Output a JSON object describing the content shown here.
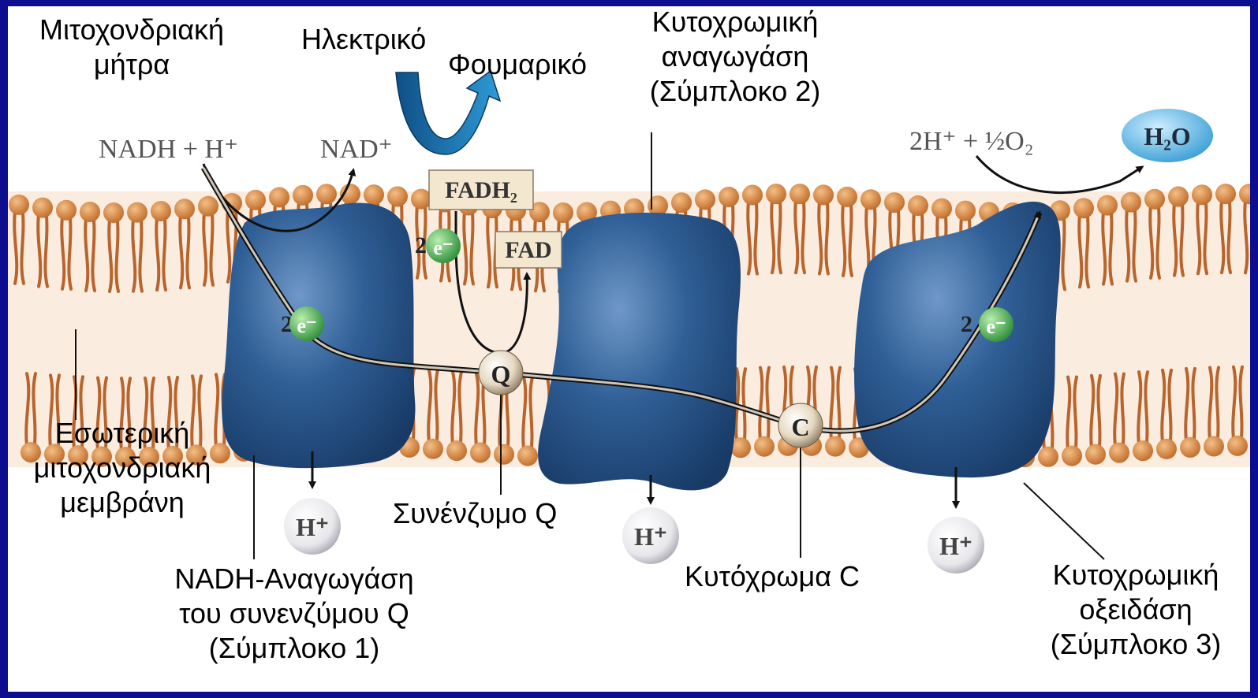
{
  "labels": {
    "matrix": [
      "Μιτοχονδριακή",
      "μήτρα"
    ],
    "succinate": "Ηλεκτρικό",
    "fumarate": "Φουμαρικό",
    "complex2": [
      "Κυτοχρωμική",
      "αναγωγάση",
      "(Σύμπλοκο 2)"
    ],
    "inner_membrane": [
      "Εσωτερική",
      "μιτοχονδριακή",
      "μεμβράνη"
    ],
    "coenzyme_q": "Συνένζυμο Q",
    "complex1": [
      "NADH-Αναγωγάση",
      "του συνενζύμου Q",
      "(Σύμπλοκο 1)"
    ],
    "cytochrome_c": "Κυτόχρωμα C",
    "complex3": [
      "Κυτοχρωμική",
      "οξειδάση",
      "(Σύμπλοκο 3)"
    ]
  },
  "chem": {
    "nadh": "NADH + H⁺",
    "nad": "NAD⁺",
    "fadh2": "FADH₂",
    "fad": "FAD",
    "oxygen": "2H⁺ + ½O₂",
    "water": "H₂O",
    "electron": "e⁻",
    "electron_count": "2",
    "q": "Q",
    "c": "C",
    "proton": "H⁺"
  },
  "colors": {
    "frame": "#0d0d8f",
    "protein": "#2f5f96",
    "lipid_head": "#d98c3f",
    "lipid_tail": "#b8642c",
    "electron": "#4fae4f",
    "water_bubble": "#5ab4e6",
    "label_box": "#f3e7cf",
    "turn_arrow": "#1e6ea8"
  }
}
